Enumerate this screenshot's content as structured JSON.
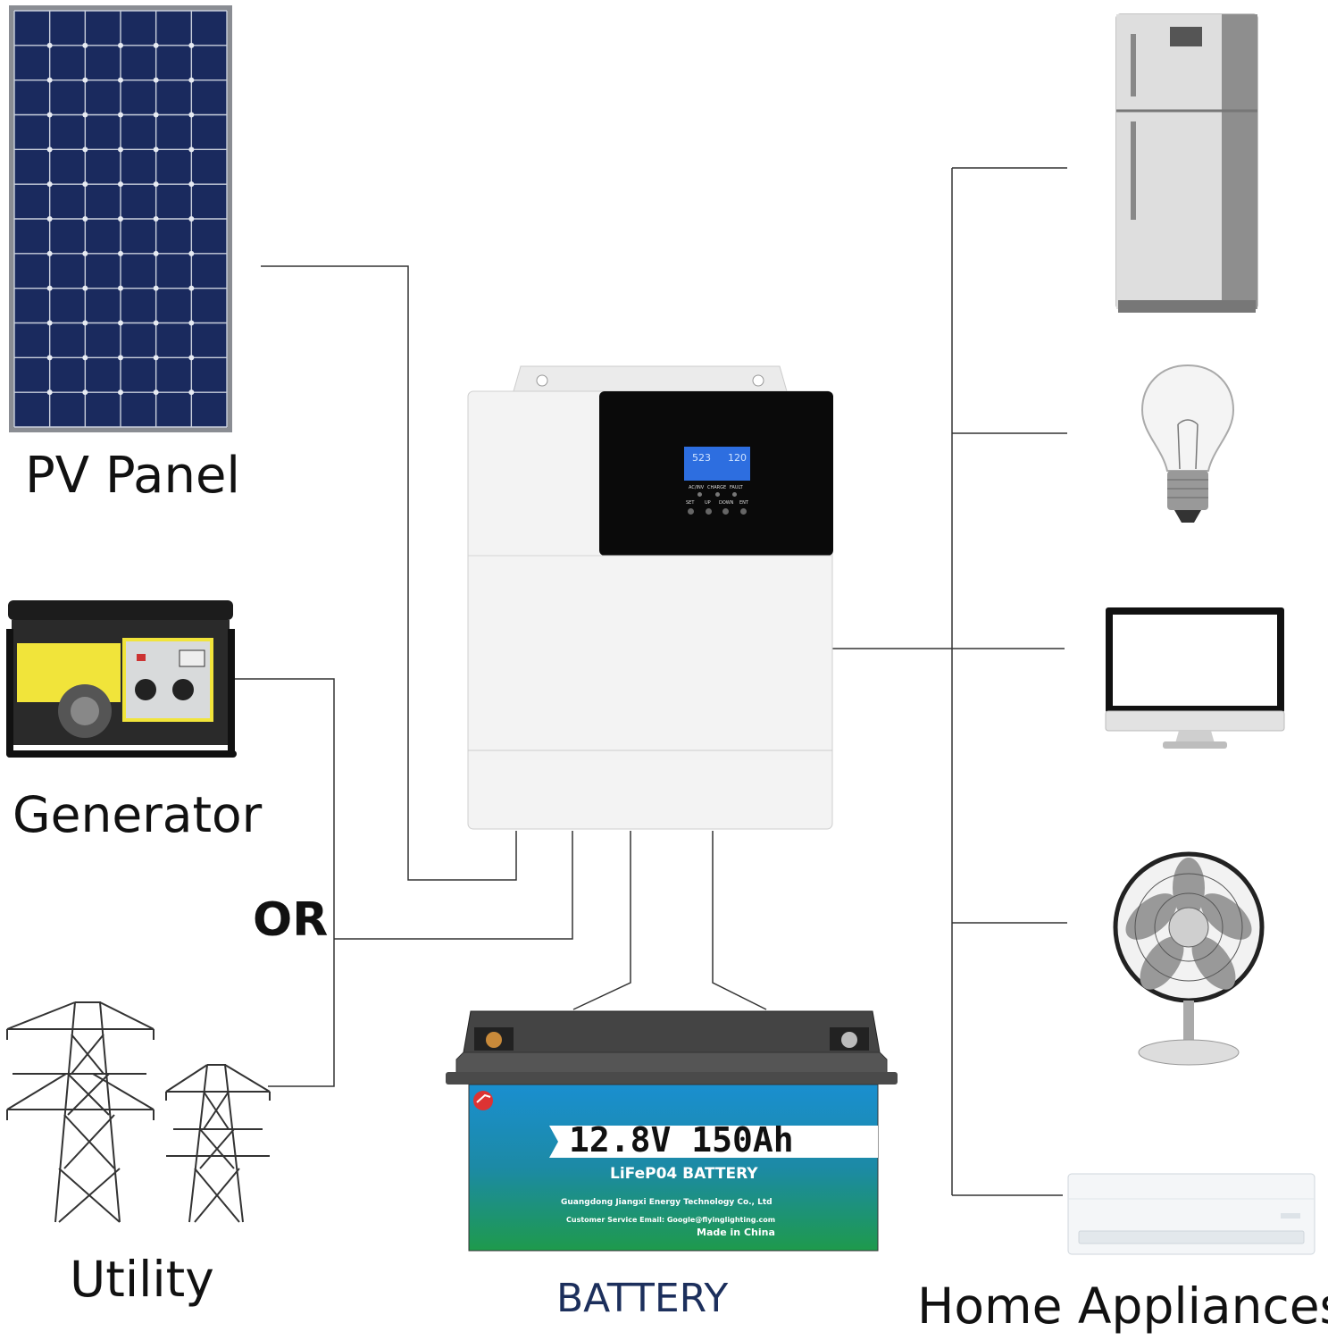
{
  "labels": {
    "pv_panel": "PV Panel",
    "generator": "Generator",
    "or": "OR",
    "utility": "Utility",
    "battery": "BATTERY",
    "home_appliances": "Home Appliances"
  },
  "inverter": {
    "lcd_left": "523",
    "lcd_right": "120",
    "indicator_labels": [
      "AC/INV",
      "CHARGE",
      "FAULT"
    ],
    "button_labels": [
      "SET",
      "UP",
      "DOWN",
      "ENT"
    ]
  },
  "battery_product": {
    "title": "12.8V 150Ah",
    "subtitle": "LiFeP04 BATTERY",
    "company": "Guangdong Jiangxi Energy Technology Co., Ltd",
    "service": "Customer Service Email: Google@flyinglighting.com",
    "origin": "Made in China"
  },
  "appliances": [
    {
      "icon": "refrigerator-icon"
    },
    {
      "icon": "light-bulb-icon"
    },
    {
      "icon": "monitor-icon"
    },
    {
      "icon": "fan-icon"
    },
    {
      "icon": "air-conditioner-icon"
    }
  ],
  "colors": {
    "line": "#333333",
    "pv_cell": "#1a2a5e",
    "battery_blue": "#1a8fd0",
    "battery_green": "#1e9a4c",
    "battery_label": "#1c2f5c",
    "lcd": "#2d6ee0"
  }
}
